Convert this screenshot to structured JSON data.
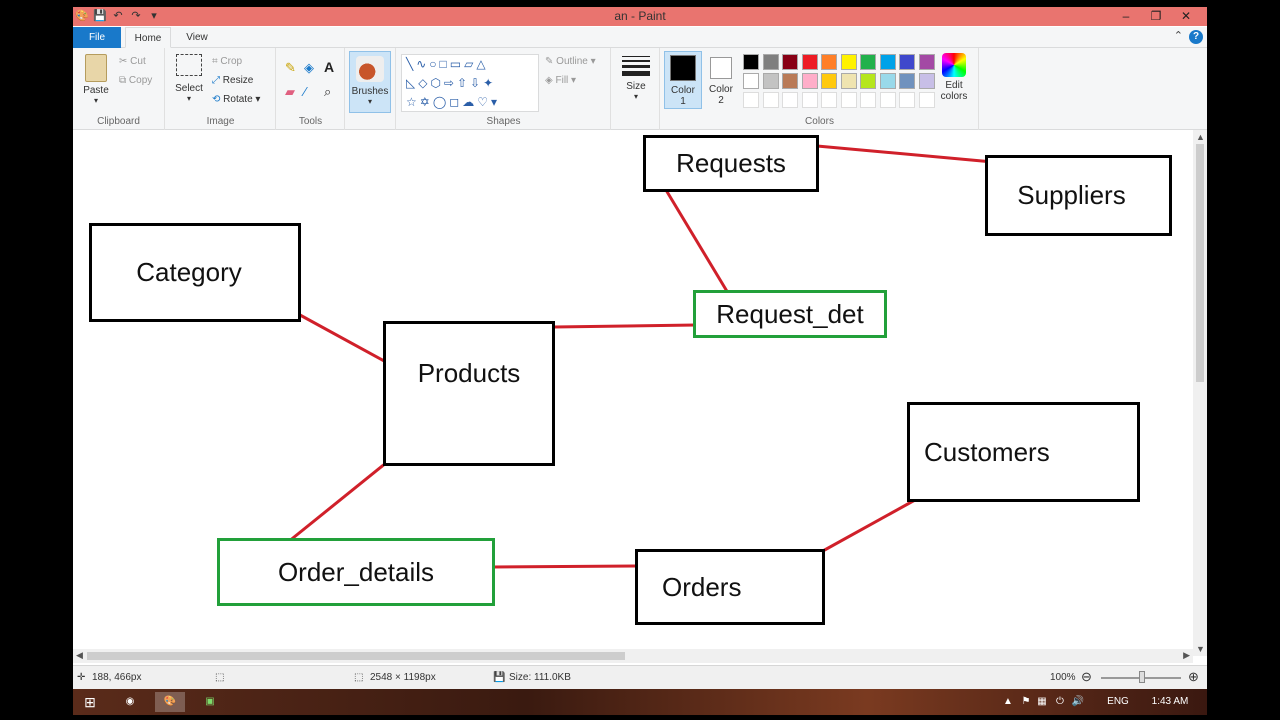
{
  "window": {
    "title": "an - Paint",
    "minimize": "–",
    "maximize": "❐",
    "close": "✕"
  },
  "tabs": {
    "file": "File",
    "home": "Home",
    "view": "View"
  },
  "clipboard": {
    "paste": "Paste",
    "cut": "Cut",
    "copy": "Copy",
    "label": "Clipboard"
  },
  "image": {
    "select": "Select",
    "crop": "Crop",
    "resize": "Resize",
    "rotate": "Rotate",
    "label": "Image"
  },
  "tools": {
    "label": "Tools"
  },
  "brushes": {
    "label": "Brushes"
  },
  "shapes": {
    "outline": "Outline",
    "fill": "Fill",
    "label": "Shapes"
  },
  "size": {
    "label": "Size"
  },
  "colors": {
    "color1": "Color 1",
    "color2": "Color 2",
    "edit": "Edit colors",
    "label": "Colors",
    "palette_row1": [
      "#000000",
      "#7f7f7f",
      "#880015",
      "#ed1c24",
      "#ff7f27",
      "#fff200",
      "#22b14c",
      "#00a2e8",
      "#3f48cc",
      "#a349a4"
    ],
    "palette_row2": [
      "#ffffff",
      "#c3c3c3",
      "#b97a57",
      "#ffaec9",
      "#ffc90e",
      "#efe4b0",
      "#b5e61d",
      "#99d9ea",
      "#7092be",
      "#c8bfe7"
    ]
  },
  "diagram": {
    "category": "Category",
    "products": "Products",
    "requests": "Requests",
    "suppliers": "Suppliers",
    "request_det": "Request_det",
    "customers": "Customers",
    "order_details": "Order_details",
    "orders": "Orders",
    "line_color": "#d0202a",
    "green_border": "#22a03a"
  },
  "status": {
    "cursor": "188, 466px",
    "dimensions": "2548 × 1198px",
    "size": "Size: 111.0KB",
    "zoom": "100%"
  },
  "taskbar": {
    "lang": "ENG",
    "time": "1:43 AM"
  }
}
